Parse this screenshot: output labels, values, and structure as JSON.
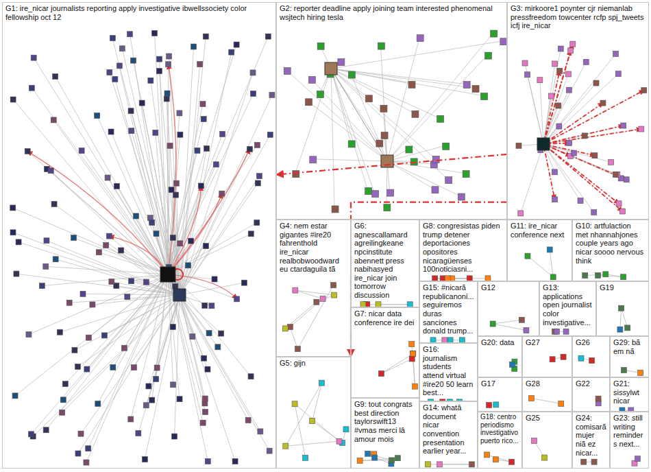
{
  "diagram": {
    "nodes": [
      {
        "text": [
          "G1: ire_nicar journalists reporting apply investigative ibwellssociety color fellowship oct 12"
        ]
      },
      {
        "text": [
          "G2: reporter deadline apply joining team interested phenomenal wsjtech hiring tesla"
        ]
      },
      {
        "text": [
          "G3: mirkoore1 poynter cjr niemanlab pressfreedom towcenter rcfp spj_tweets icfj ire_nicar"
        ]
      },
      {
        "text": [
          "G4: nem estar gigantes #ire20 fahrenthold ire_nicar realbobwoodward eu ctardaguila tã"
        ]
      },
      {
        "text": [
          "G5: gijn"
        ]
      },
      {
        "text": [
          "G6: agnescallamard agreilingkeane npcinstitute abennett press nabihasyed ire_nicar join tomorrow discussion"
        ]
      },
      {
        "text": [
          "G7: nicar data conference ire dei"
        ]
      },
      {
        "text": [
          "G8: congresistas piden trump detener deportaciones opositores nicaragüenses 100noticiasni..."
        ]
      },
      {
        "text": [
          "G9: tout congrats best direction taylorswift13 #vmas merci lâ amour mois"
        ]
      },
      {
        "text": [
          "G10: artfulaction met nhannahjones couple years ago nicar soooo nervous think"
        ]
      },
      {
        "text": [
          "G11: ire_nicar conference next"
        ]
      },
      {
        "text": [
          "G12"
        ]
      },
      {
        "text": [
          "G13: applications open journalist color investigative..."
        ]
      },
      {
        "text": [
          "G14: whatâ document nicar convention presentation earlier year..."
        ]
      },
      {
        "text": [
          "G15: #nicarã republicanoni... seguiremos duras sanciones donald trump..."
        ]
      },
      {
        "text": [
          "G16: journalism students attend virtual #ire20 50 learn best..."
        ]
      },
      {
        "text": [
          "G17"
        ]
      },
      {
        "text": [
          "G18: centro periodismo investigativo puerto rico..."
        ]
      },
      {
        "text": [
          "G19"
        ]
      },
      {
        "text": [
          "G20: data"
        ]
      },
      {
        "text": [
          "G21: sissylwt nicar"
        ]
      },
      {
        "text": [
          "G22"
        ]
      },
      {
        "text": [
          "G23: still writing reminders next..."
        ]
      },
      {
        "text": [
          "G24: comisarã mujer niã ez nicar..."
        ]
      },
      {
        "text": [
          "G25"
        ]
      },
      {
        "text": [
          "G26"
        ]
      },
      {
        "text": [
          "G27"
        ]
      },
      {
        "text": [
          "G28"
        ]
      },
      {
        "text": [
          "G29: bã em nã"
        ]
      }
    ],
    "edges": [
      {
        "from": 2,
        "to": 0,
        "arrow": "to"
      },
      {
        "from": 2,
        "to": 4,
        "arrow": "to"
      }
    ]
  }
}
